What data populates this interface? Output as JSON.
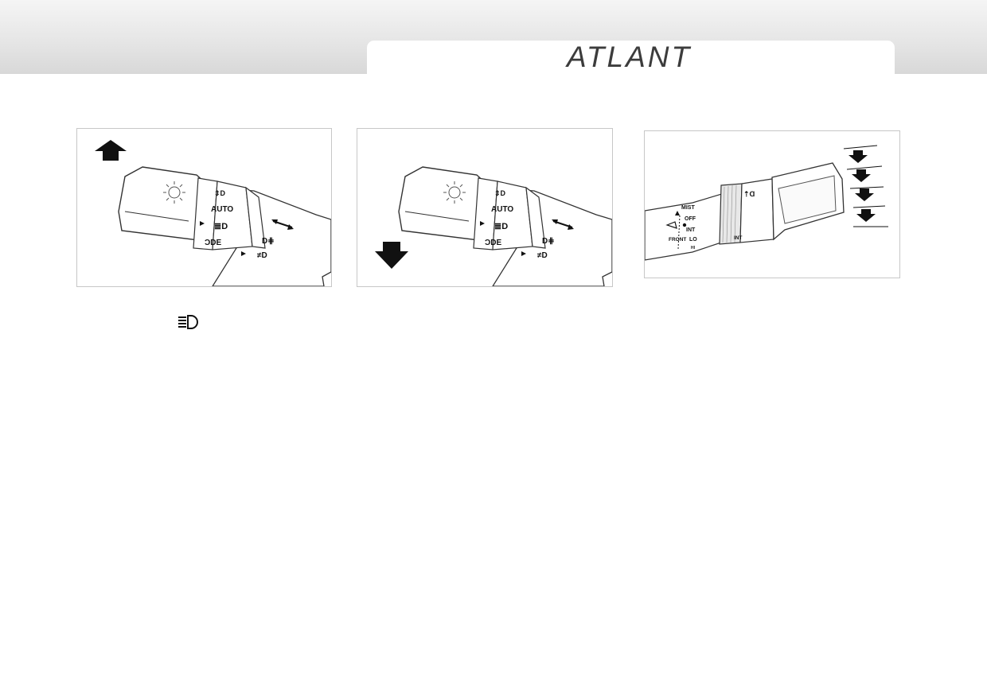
{
  "header": {
    "logo_text": "ATLANT"
  },
  "colors": {
    "header_band": "#e3e3e3",
    "logo": "#3c3c3c",
    "figure_border": "#c7c7c7",
    "ink": "#111111"
  },
  "figures": {
    "light_switch_up": {
      "arrow_icon": "arrow-up-icon",
      "ring_label_auto": "AUTO"
    },
    "light_switch_down": {
      "arrow_icon": "arrow-down-icon",
      "ring_label_auto": "AUTO"
    },
    "wiper_switch": {
      "label_mist": "MIST",
      "label_off": "OFF",
      "label_int": "INT",
      "label_lo": "LO",
      "label_hi": "HI",
      "label_front": "FRONT",
      "label_int_knob": "INT",
      "position_arrows_icon": "arrow-down-icon"
    }
  },
  "body_text": {
    "inline_icon": "high-beam-icon"
  }
}
